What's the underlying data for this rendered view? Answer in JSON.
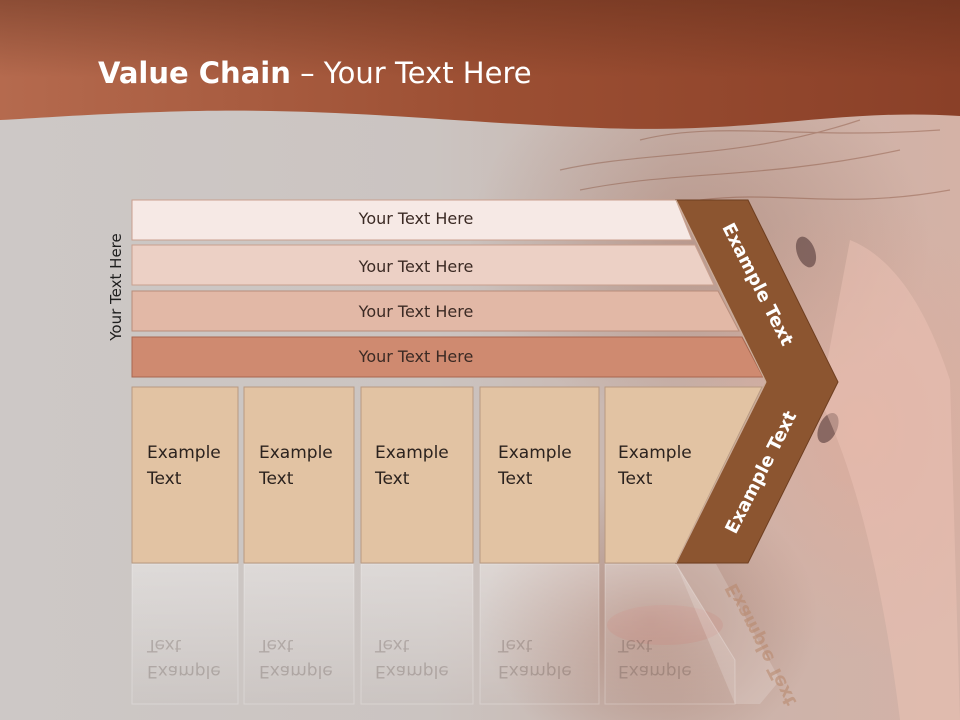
{
  "slide": {
    "title_bold": "Value Chain",
    "title_rest": " – Your Text Here",
    "side_label": "Your Text Here"
  },
  "rows": [
    {
      "label": "Your Text Here",
      "fill": "#f6e9e5"
    },
    {
      "label": "Your Text Here",
      "fill": "#ecd0c5"
    },
    {
      "label": "Your Text Here",
      "fill": "#e2b8a6"
    },
    {
      "label": "Your Text Here",
      "fill": "#cf8a70"
    }
  ],
  "boxes": [
    {
      "line1": "Example",
      "line2": "Text"
    },
    {
      "line1": "Example",
      "line2": "Text"
    },
    {
      "line1": "Example",
      "line2": "Text"
    },
    {
      "line1": "Example",
      "line2": "Text"
    },
    {
      "line1": "Example",
      "line2": "Text"
    }
  ],
  "chevron": {
    "upper_label": "Example Text",
    "lower_label": "Example Text",
    "fill": "#8c5530"
  },
  "colors": {
    "header": "#a9583c",
    "box_fill": "#e2c3a3",
    "box_stroke": "#b89a82"
  }
}
